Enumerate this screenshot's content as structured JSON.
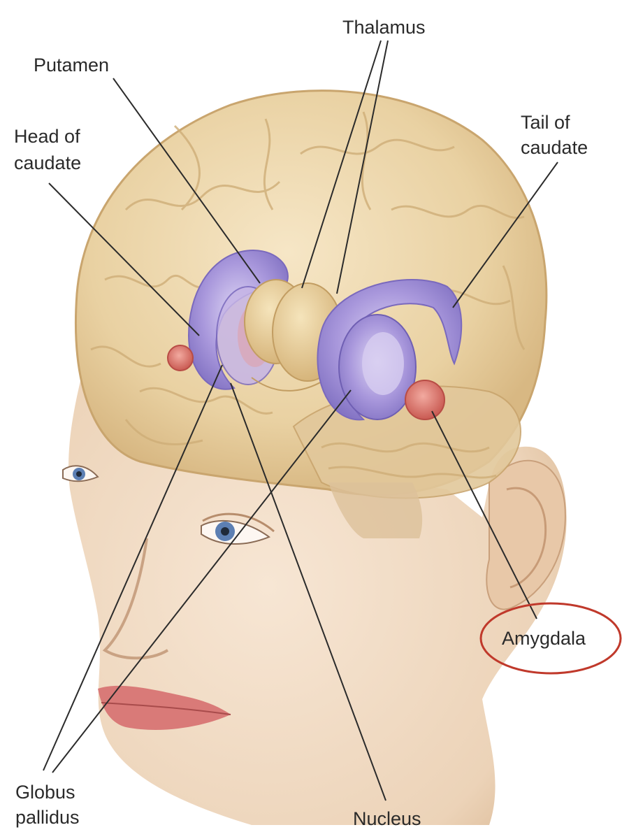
{
  "labels": {
    "thalamus": "Thalamus",
    "putamen": "Putamen",
    "head_of_caudate_line1": "Head of",
    "head_of_caudate_line2": "caudate",
    "tail_of_caudate_line1": "Tail of",
    "tail_of_caudate_line2": "caudate",
    "amygdala": "Amygdala",
    "globus_pallidus_line1": "Globus",
    "globus_pallidus_line2": "pallidus",
    "nucleus": "Nucleus"
  },
  "highlight": {
    "target": "Amygdala",
    "color": "#c0392b"
  },
  "colors": {
    "brain": "#ead3a6",
    "skin": "#f1dcc6",
    "basal_ganglia": "#9f8fd3",
    "amygdala": "#d9776f",
    "thalamus": "#e6cc93"
  }
}
